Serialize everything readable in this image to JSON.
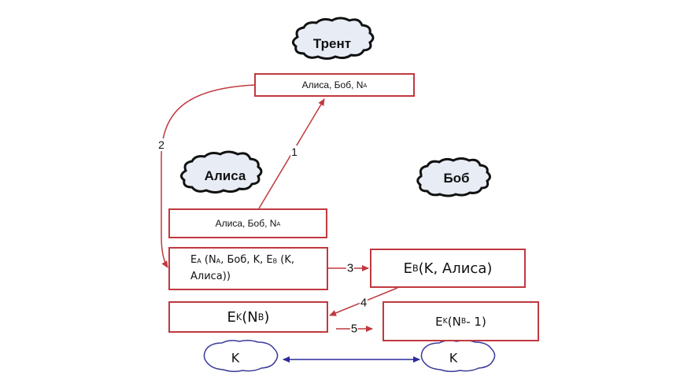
{
  "colors": {
    "message_border": "#c0393f",
    "arrow_red": "#c0393f",
    "cloud_fill": "#e8edf5",
    "cloud_stroke": "#111111",
    "key_cloud_stroke": "#3a3a9a",
    "key_arrow": "#2a2a9a"
  },
  "participants": {
    "trent": "Трент",
    "alice": "Алиса",
    "bob": "Боб"
  },
  "messages": {
    "trent_box": {
      "main": "Алиса, Боб, N",
      "sub": "A"
    },
    "alice_box": {
      "main": "Алиса, Боб, N",
      "sub": "A"
    },
    "alice_encrypted": {
      "line1_pre": "E",
      "line1_sub": "A",
      "line1_mid": " (N",
      "line1_sub2": "A",
      "line1_rest": ", Боб, K, E",
      "line1_sub3": "B",
      "line1_end": " (K,",
      "line2": "Алиса))"
    },
    "bob_ticket": {
      "pre": "E",
      "sub": "B",
      "rest": " (K, Алиса)"
    },
    "alice_nonce": {
      "pre": "E",
      "sub": "K",
      "mid": " (N",
      "sub2": "B",
      "end": ")"
    },
    "bob_reply": {
      "pre": "E",
      "sub": "K",
      "mid": " (N",
      "sub2": "B",
      "end": " - 1)"
    }
  },
  "steps": [
    "1",
    "2",
    "3",
    "4",
    "5"
  ],
  "keys": {
    "left": "K",
    "right": "K"
  }
}
